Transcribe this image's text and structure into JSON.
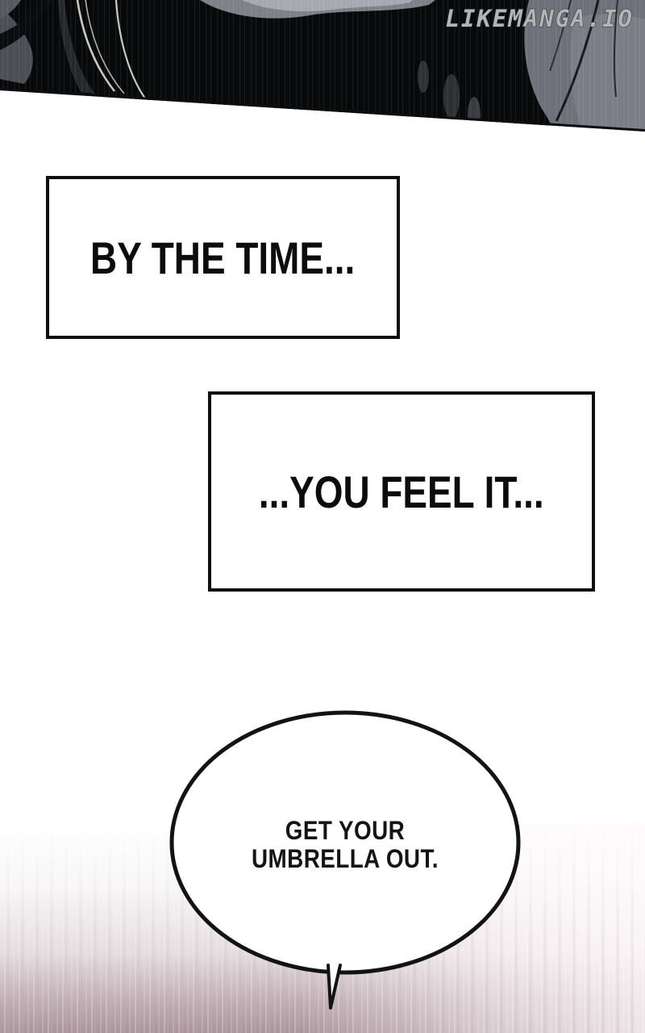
{
  "site": {
    "watermark": "LIKEMANGA.IO"
  },
  "captions": [
    {
      "text": "BY THE TIME..."
    },
    {
      "text": "...YOU FEEL IT..."
    }
  ],
  "speech_bubble": {
    "lines": [
      "GET YOUR",
      "UMBRELLA OUT."
    ]
  },
  "colors": {
    "paper": "#ffffff",
    "ink": "#101010",
    "panel_black": "#08090b",
    "panel_gray_left": "#45474c",
    "panel_gray_right": "#6e717a",
    "panel_highlight": "#a6a9af",
    "hair_strand_light": "#c9c9bd",
    "watermark_fill": "#b2b4b6",
    "rain_mauve_bottom": "#b4a1a6",
    "rain_pink_right": "#f6edf0"
  }
}
